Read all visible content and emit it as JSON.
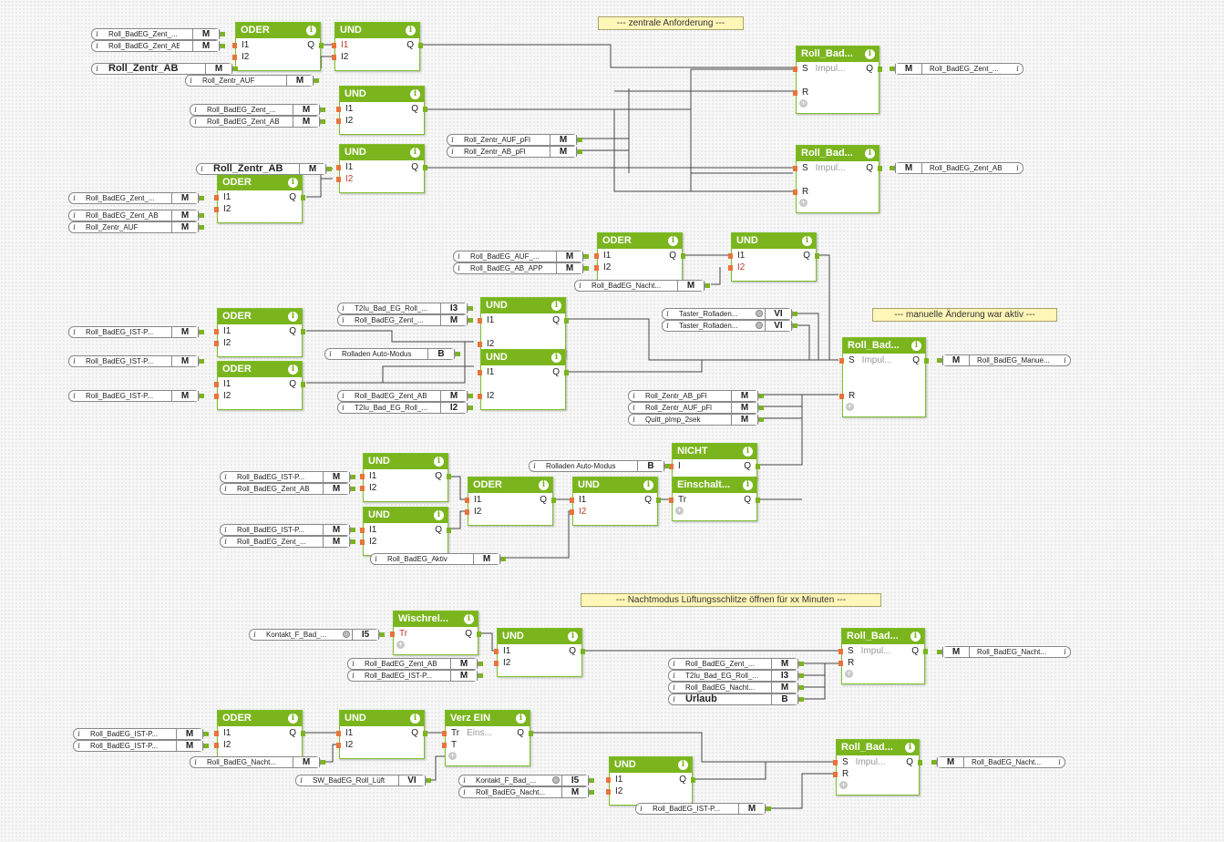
{
  "notes": [
    "--- zentrale Anforderung ---",
    "--- manuelle Änderung war aktiv ---",
    "--- Nachtmodus Lüftungsschlitze öffnen für xx Minuten ---"
  ],
  "icons": {
    "info": "i",
    "plus": "+"
  },
  "blocks": [
    {
      "id": "b1",
      "title": "ODER",
      "pins": [
        [
          "I1",
          ""
        ],
        [
          "I2",
          ""
        ]
      ],
      "out": "Q"
    },
    {
      "id": "b2",
      "title": "UND",
      "pins": [
        [
          "I1",
          "neg"
        ],
        [
          "I2",
          ""
        ]
      ],
      "out": "Q"
    },
    {
      "id": "b3",
      "title": "UND",
      "pins": [
        [
          "I1",
          ""
        ],
        [
          "I2",
          ""
        ]
      ],
      "out": "Q"
    },
    {
      "id": "b4",
      "title": "UND",
      "pins": [
        [
          "I1",
          ""
        ],
        [
          "I2",
          "neg"
        ]
      ],
      "out": "Q"
    },
    {
      "id": "b5",
      "title": "ODER",
      "pins": [
        [
          "I1",
          ""
        ],
        [
          "I2",
          ""
        ]
      ],
      "out": "Q"
    },
    {
      "id": "b6",
      "title": "Roll_Bad...",
      "pins": [
        [
          "S",
          "Impul..."
        ],
        [
          "",
          ""
        ],
        [
          "R",
          ""
        ]
      ],
      "plus": true,
      "out": "Q"
    },
    {
      "id": "b7",
      "title": "Roll_Bad...",
      "pins": [
        [
          "S",
          "Impul..."
        ],
        [
          "",
          ""
        ],
        [
          "R",
          ""
        ]
      ],
      "plus": true,
      "out": "Q"
    },
    {
      "id": "b8",
      "title": "ODER",
      "pins": [
        [
          "I1",
          ""
        ],
        [
          "I2",
          ""
        ]
      ],
      "out": "Q"
    },
    {
      "id": "b9",
      "title": "UND",
      "pins": [
        [
          "I1",
          ""
        ],
        [
          "I2",
          "neg"
        ]
      ],
      "out": "Q"
    },
    {
      "id": "b10",
      "title": "ODER",
      "pins": [
        [
          "I1",
          ""
        ],
        [
          "I2",
          ""
        ]
      ],
      "out": "Q"
    },
    {
      "id": "b11",
      "title": "ODER",
      "pins": [
        [
          "I1",
          ""
        ],
        [
          "I2",
          ""
        ]
      ],
      "out": "Q"
    },
    {
      "id": "b12",
      "title": "UND",
      "pins": [
        [
          "I1",
          ""
        ],
        [
          "",
          ""
        ],
        [
          "I2",
          ""
        ]
      ],
      "out": "Q"
    },
    {
      "id": "b13",
      "title": "UND",
      "pins": [
        [
          "I1",
          ""
        ],
        [
          "",
          ""
        ],
        [
          "I2",
          ""
        ]
      ],
      "out": "Q"
    },
    {
      "id": "b14",
      "title": "Roll_Bad...",
      "pins": [
        [
          "S",
          "Impul..."
        ],
        [
          "",
          ""
        ],
        [
          "",
          ""
        ],
        [
          "R",
          ""
        ]
      ],
      "plus": true,
      "out": "Q"
    },
    {
      "id": "b15",
      "title": "UND",
      "pins": [
        [
          "I1",
          ""
        ],
        [
          "I2",
          ""
        ]
      ],
      "out": "Q"
    },
    {
      "id": "b16",
      "title": "UND",
      "pins": [
        [
          "I1",
          ""
        ],
        [
          "I2",
          ""
        ]
      ],
      "out": "Q"
    },
    {
      "id": "b17",
      "title": "ODER",
      "pins": [
        [
          "I1",
          ""
        ],
        [
          "I2",
          ""
        ]
      ],
      "out": "Q"
    },
    {
      "id": "b18",
      "title": "UND",
      "pins": [
        [
          "I1",
          ""
        ],
        [
          "I2",
          "neg"
        ]
      ],
      "out": "Q"
    },
    {
      "id": "b19",
      "title": "NICHT",
      "pins": [
        [
          "I",
          ""
        ]
      ],
      "out": "Q"
    },
    {
      "id": "b20",
      "title": "Einschalt...",
      "pins": [
        [
          "Tr",
          ""
        ]
      ],
      "plus": true,
      "out": "Q"
    },
    {
      "id": "b21",
      "title": "Wischrel...",
      "pins": [
        [
          "Tr",
          "neg"
        ]
      ],
      "plus": true,
      "out": "Q"
    },
    {
      "id": "b22",
      "title": "UND",
      "pins": [
        [
          "I1",
          ""
        ],
        [
          "I2",
          ""
        ]
      ],
      "out": "Q"
    },
    {
      "id": "b23",
      "title": "Roll_Bad...",
      "pins": [
        [
          "S",
          "Impul..."
        ],
        [
          "R",
          ""
        ]
      ],
      "plus": true,
      "out": "Q"
    },
    {
      "id": "b24",
      "title": "ODER",
      "pins": [
        [
          "I1",
          ""
        ],
        [
          "I2",
          ""
        ]
      ],
      "out": "Q"
    },
    {
      "id": "b25",
      "title": "UND",
      "pins": [
        [
          "I1",
          ""
        ],
        [
          "I2",
          ""
        ]
      ],
      "out": "Q"
    },
    {
      "id": "b26",
      "title": "Verz EIN",
      "pins": [
        [
          "Tr",
          "Eins..."
        ],
        [
          "T",
          ""
        ]
      ],
      "plus": true,
      "out": "Q"
    },
    {
      "id": "b27",
      "title": "UND",
      "pins": [
        [
          "I1",
          ""
        ],
        [
          "I2",
          ""
        ]
      ],
      "out": "Q"
    },
    {
      "id": "b28",
      "title": "Roll_Bad...",
      "pins": [
        [
          "S",
          "Impul..."
        ],
        [
          "R",
          ""
        ]
      ],
      "plus": true,
      "out": "Q"
    }
  ],
  "inputs": [
    {
      "name": "Roll_BadEG_Zent_...",
      "tag": "M"
    },
    {
      "name": "Roll_BadEG_Zent_AB",
      "tag": "M"
    },
    {
      "name": "Roll_Zentr_AB",
      "tag": "M"
    },
    {
      "name": "Roll_Zentr_AUF",
      "tag": "M"
    },
    {
      "name": "Roll_BadEG_Zent_...",
      "tag": "M"
    },
    {
      "name": "Roll_BadEG_Zent_AB",
      "tag": "M"
    },
    {
      "name": "Roll_Zentr_AUF_pFl",
      "tag": "M"
    },
    {
      "name": "Roll_Zentr_AB_pFl",
      "tag": "M"
    },
    {
      "name": "Roll_Zentr_AB",
      "tag": "M"
    },
    {
      "name": "Roll_BadEG_Zent_...",
      "tag": "M"
    },
    {
      "name": "Roll_BadEG_Zent_AB",
      "tag": "M"
    },
    {
      "name": "Roll_Zentr_AUF",
      "tag": "M"
    },
    {
      "name": "Roll_BadEG_AUF_...",
      "tag": "M"
    },
    {
      "name": "Roll_BadEG_AB_APP",
      "tag": "M"
    },
    {
      "name": "Roll_BadEG_Nacht...",
      "tag": "M"
    },
    {
      "name": "T2Iu_Bad_EG_Roll_...",
      "tag": "I3"
    },
    {
      "name": "Roll_BadEG_Zent_...",
      "tag": "M"
    },
    {
      "name": "Rolladen Auto-Modus",
      "tag": "B"
    },
    {
      "name": "Roll_BadEG_IST-P...",
      "tag": "M"
    },
    {
      "name": "Roll_BadEG_IST-P...",
      "tag": "M"
    },
    {
      "name": "Roll_BadEG_IST-P...",
      "tag": "M"
    },
    {
      "name": "Roll_BadEG_Zent_AB",
      "tag": "M"
    },
    {
      "name": "T2Iu_Bad_EG_Roll_...",
      "tag": "I2"
    },
    {
      "name": "Taster_Rolladen...",
      "tag": "VI"
    },
    {
      "name": "Taster_Rolladen...",
      "tag": "VI"
    },
    {
      "name": "Roll_Zentr_AB_pFl",
      "tag": "M"
    },
    {
      "name": "Roll_Zentr_AUF_pFl",
      "tag": "M"
    },
    {
      "name": "Quitt_pImp_2sek",
      "tag": "M"
    },
    {
      "name": "Rolladen Auto-Modus",
      "tag": "B"
    },
    {
      "name": "Roll_BadEG_IST-P...",
      "tag": "M"
    },
    {
      "name": "Roll_BadEG_Zent_AB",
      "tag": "M"
    },
    {
      "name": "Roll_BadEG_IST-P...",
      "tag": "M"
    },
    {
      "name": "Roll_BadEG_Zent_...",
      "tag": "M"
    },
    {
      "name": "Roll_BadEG_Aktiv",
      "tag": "M"
    },
    {
      "name": "Kontakt_F_Bad_...",
      "tag": "I5"
    },
    {
      "name": "Roll_BadEG_Zent_AB",
      "tag": "M"
    },
    {
      "name": "Roll_BadEG_IST-P...",
      "tag": "M"
    },
    {
      "name": "Roll_BadEG_Zent_...",
      "tag": "M"
    },
    {
      "name": "T2Iu_Bad_EG_Roll_...",
      "tag": "I3"
    },
    {
      "name": "Roll_BadEG_Nacht...",
      "tag": "M"
    },
    {
      "name": "Urlaub",
      "tag": "B"
    },
    {
      "name": "Roll_BadEG_IST-P...",
      "tag": "M"
    },
    {
      "name": "Roll_BadEG_IST-P...",
      "tag": "M"
    },
    {
      "name": "Roll_BadEG_Nacht...",
      "tag": "M"
    },
    {
      "name": "SW_BadEG_Roll_Lüft",
      "tag": "VI"
    },
    {
      "name": "Kontakt_F_Bad_...",
      "tag": "I5"
    },
    {
      "name": "Roll_BadEG_Nacht...",
      "tag": "M"
    },
    {
      "name": "Roll_BadEG_IST-P...",
      "tag": "M"
    }
  ],
  "outputs": [
    {
      "name": "Roll_BadEG_Zent_...",
      "tag": "M"
    },
    {
      "name": "Roll_BadEG_Zent_AB",
      "tag": "M"
    },
    {
      "name": "Roll_BadEG_Manue...",
      "tag": "M"
    },
    {
      "name": "Roll_BadEG_Nacht...",
      "tag": "M"
    },
    {
      "name": "Roll_BadEG_Nacht...",
      "tag": "M"
    }
  ]
}
